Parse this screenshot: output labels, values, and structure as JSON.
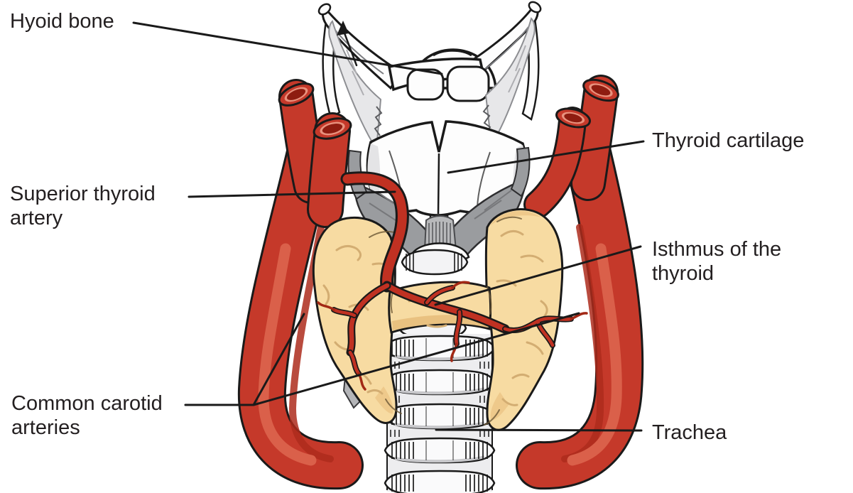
{
  "figure": {
    "background": "#ffffff",
    "colors": {
      "outline": "#1a1a1a",
      "artery_red": "#c5392a",
      "artery_highlight": "#da604a",
      "artery_shadow": "#ad2c1c",
      "artery_lumen": "#8e1c10",
      "artery_lumen_rim": "#e8927e",
      "thyroid_tan": "#f7dba2",
      "thyroid_shade": "#eec98b",
      "thyroid_texture": "#d3ad72",
      "bone_cartilage_white": "#fdfdfd",
      "membrane_gray": "#e7e7e9",
      "muscle_gray": "#9a9c9f",
      "label_text": "#231f20"
    },
    "labels": {
      "hyoid_bone": {
        "lines": [
          "Hyoid bone"
        ]
      },
      "thyroid_cartilage": {
        "lines": [
          "Thyroid cartilage"
        ]
      },
      "superior_thyroid_artery": {
        "lines": [
          "Superior thyroid",
          "artery"
        ]
      },
      "isthmus_of_the_thyroid": {
        "lines": [
          "Isthmus of the",
          "thyroid"
        ]
      },
      "common_carotid_arteries": {
        "lines": [
          "Common carotid",
          "arteries"
        ]
      },
      "trachea": {
        "lines": [
          "Trachea"
        ]
      }
    }
  }
}
